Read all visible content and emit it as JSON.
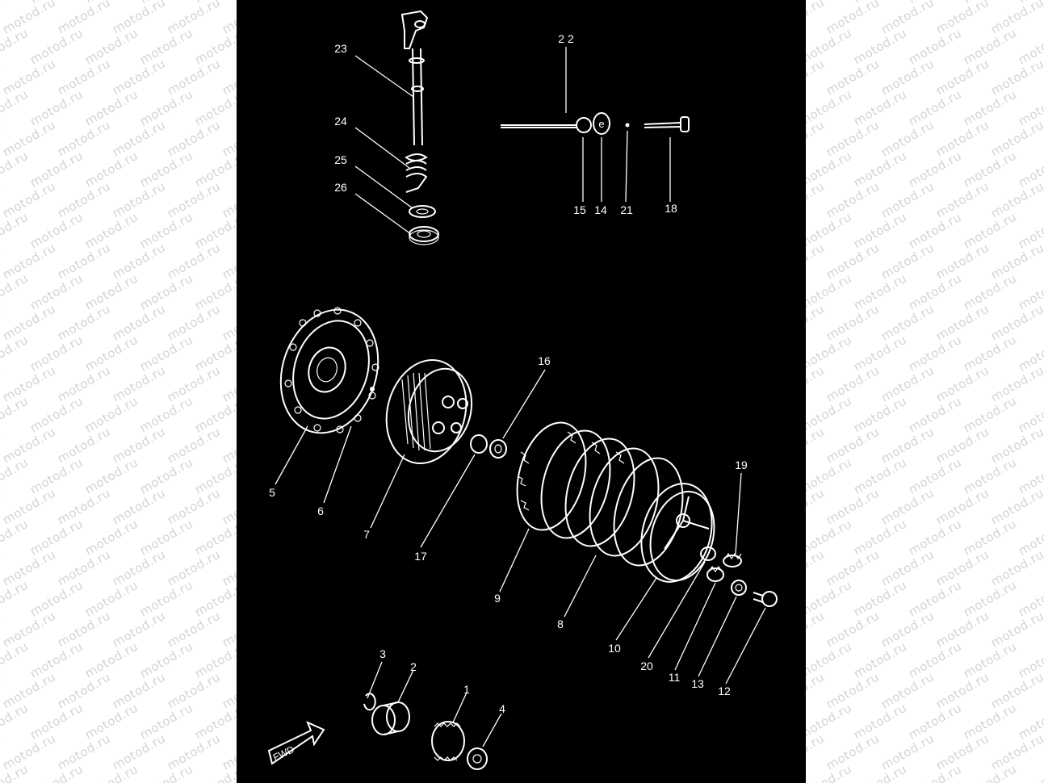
{
  "watermark": {
    "text": "motod.ru"
  },
  "diagram": {
    "fwd_label": "FWD",
    "callouts": [
      {
        "id": "23",
        "label": "23"
      },
      {
        "id": "24",
        "label": "24"
      },
      {
        "id": "25",
        "label": "25"
      },
      {
        "id": "26",
        "label": "26"
      },
      {
        "id": "22",
        "label": "2 2"
      },
      {
        "id": "15",
        "label": "15"
      },
      {
        "id": "14",
        "label": "14"
      },
      {
        "id": "21",
        "label": "21"
      },
      {
        "id": "18",
        "label": "18"
      },
      {
        "id": "16",
        "label": "16"
      },
      {
        "id": "5",
        "label": "5"
      },
      {
        "id": "6",
        "label": "6"
      },
      {
        "id": "7",
        "label": "7"
      },
      {
        "id": "17",
        "label": "17"
      },
      {
        "id": "9",
        "label": "9"
      },
      {
        "id": "8",
        "label": "8"
      },
      {
        "id": "19",
        "label": "19"
      },
      {
        "id": "10",
        "label": "10"
      },
      {
        "id": "20",
        "label": "20"
      },
      {
        "id": "11",
        "label": "11"
      },
      {
        "id": "13",
        "label": "13"
      },
      {
        "id": "12",
        "label": "12"
      },
      {
        "id": "3",
        "label": "3"
      },
      {
        "id": "2",
        "label": "2"
      },
      {
        "id": "1",
        "label": "1"
      },
      {
        "id": "4",
        "label": "4"
      }
    ]
  }
}
